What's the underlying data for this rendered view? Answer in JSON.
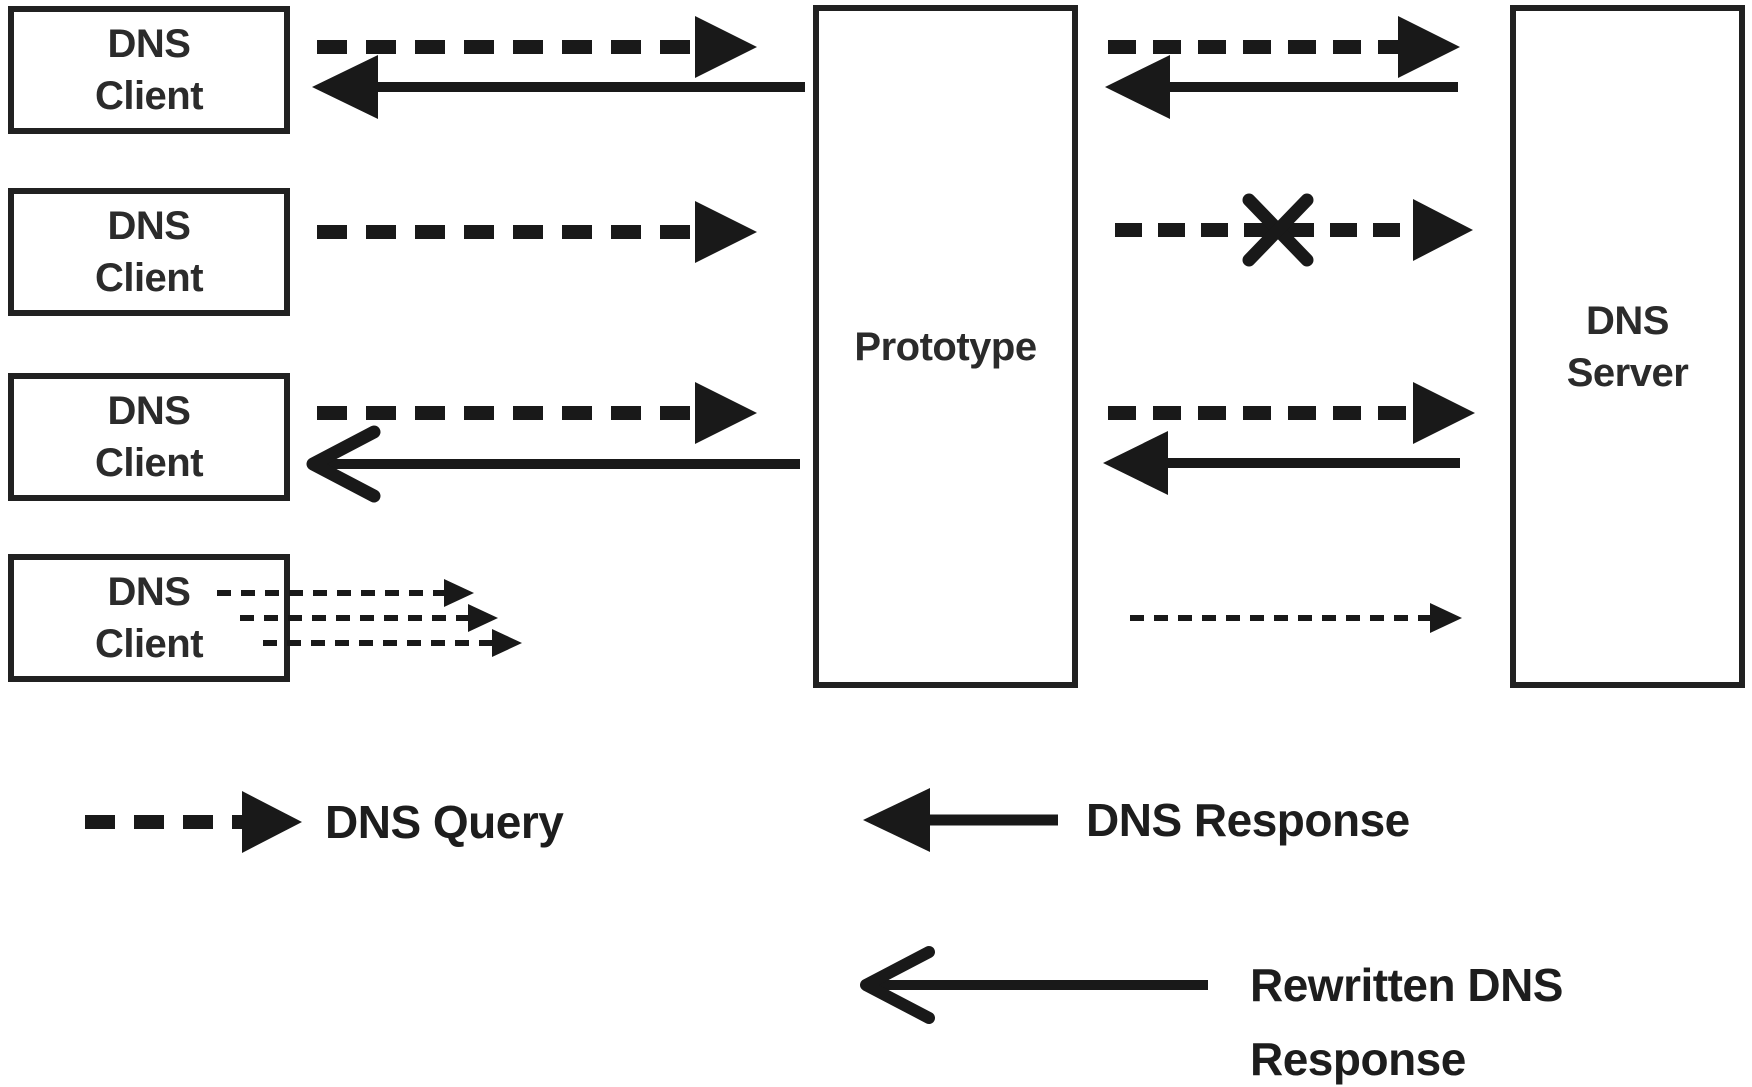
{
  "nodes": {
    "clients": [
      {
        "line1": "DNS",
        "line2": "Client"
      },
      {
        "line1": "DNS",
        "line2": "Client"
      },
      {
        "line1": "DNS",
        "line2": "Client"
      },
      {
        "line1": "DNS",
        "line2": "Client"
      }
    ],
    "prototype": {
      "label": "Prototype"
    },
    "server": {
      "line1": "DNS",
      "line2": "Server"
    }
  },
  "legend": {
    "query": {
      "label": "DNS Query",
      "arrow": "thick-dashed-right"
    },
    "response": {
      "label": "DNS Response",
      "arrow": "solid-left-filled-head"
    },
    "rewritten": {
      "label": "Rewritten DNS Response",
      "line1": "Rewritten DNS",
      "line2": "Response",
      "arrow": "solid-left-chevron-head"
    }
  },
  "flows": [
    {
      "row": 1,
      "from": "DNS Client 1",
      "to": "Prototype",
      "type": "DNS Query"
    },
    {
      "row": 1,
      "from": "Prototype",
      "to": "DNS Client 1",
      "type": "DNS Response"
    },
    {
      "row": 1,
      "from": "Prototype",
      "to": "DNS Server",
      "type": "DNS Query"
    },
    {
      "row": 1,
      "from": "DNS Server",
      "to": "Prototype",
      "type": "DNS Response"
    },
    {
      "row": 2,
      "from": "DNS Client 2",
      "to": "Prototype",
      "type": "DNS Query"
    },
    {
      "row": 2,
      "from": "Prototype",
      "to": "DNS Server",
      "type": "DNS Query",
      "status": "dropped (X)"
    },
    {
      "row": 3,
      "from": "DNS Client 3",
      "to": "Prototype",
      "type": "DNS Query"
    },
    {
      "row": 3,
      "from": "Prototype",
      "to": "DNS Client 3",
      "type": "Rewritten DNS Response"
    },
    {
      "row": 3,
      "from": "Prototype",
      "to": "DNS Server",
      "type": "DNS Query"
    },
    {
      "row": 3,
      "from": "DNS Server",
      "to": "Prototype",
      "type": "DNS Response"
    },
    {
      "row": 4,
      "from": "DNS Client 4",
      "to": "Prototype",
      "type": "DNS Query",
      "count": 3
    },
    {
      "row": 4,
      "from": "Prototype",
      "to": "DNS Server",
      "type": "DNS Query",
      "count": 1
    }
  ],
  "colors": {
    "ink": "#191919",
    "paper": "#ffffff"
  }
}
